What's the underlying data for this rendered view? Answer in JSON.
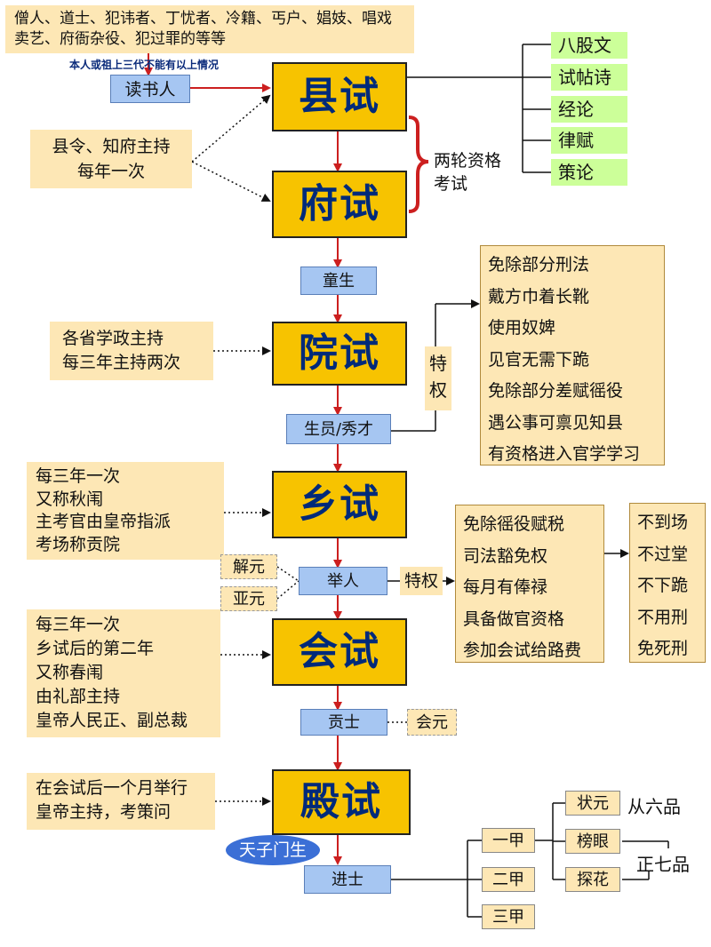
{
  "top_note": {
    "line1": "僧人、道士、犯讳者、丁忧者、冷籍、丐户、娼妓、唱戏",
    "line2": "卖艺、府衙杂役、犯过罪的等等",
    "caption": "本人或祖上三代不能有以上情况"
  },
  "exams": {
    "county": "县试",
    "prefecture": "府试",
    "yuan": "院试",
    "provincial": "乡试",
    "metropolitan": "会试",
    "palace": "殿试"
  },
  "ranks": {
    "reader": "读书人",
    "tongsheng": "童生",
    "shengyuan": "生员/秀才",
    "juren": "举人",
    "gongshi": "贡士",
    "jinshi": "进士"
  },
  "county_subjects": [
    "八股文",
    "试帖诗",
    "经论",
    "律赋",
    "策论"
  ],
  "two_round": {
    "line1": "两轮资格",
    "line2": "考试"
  },
  "county_host": {
    "line1": "县令、知府主持",
    "line2": "每年一次"
  },
  "yuan_host": {
    "line1": "各省学政主持",
    "line2": "每三年主持两次"
  },
  "privilege_label_1": "特权",
  "shengyuan_privileges": [
    "免除部分刑法",
    "戴方巾着长靴",
    "使用奴婢",
    "见官无需下跪",
    "免除部分差赋徭役",
    "遇公事可禀见知县",
    "有资格进入官学学习"
  ],
  "provincial_info": [
    "每三年一次",
    "又称秋闱",
    "主考官由皇帝指派",
    "考场称贡院"
  ],
  "juren_titles": {
    "first": "解元",
    "second": "亚元"
  },
  "privilege_label_2": "特权",
  "juren_privileges": [
    "免除徭役赋税",
    "司法豁免权",
    "每月有俸禄",
    "具备做官资格",
    "参加会试给路费"
  ],
  "juren_legal": [
    "不到场",
    "不过堂",
    "不下跪",
    "不用刑",
    "免死刑"
  ],
  "metro_info": [
    "每三年一次",
    "乡试后的第二年",
    "又称春闱",
    "由礼部主持",
    "皇帝人民正、副总裁"
  ],
  "huiyuan": "会元",
  "palace_info": {
    "line1": "在会试后一个月举行",
    "line2": "皇帝主持，考策问"
  },
  "tianzi": "天子门生",
  "jia": [
    "一甲",
    "二甲",
    "三甲"
  ],
  "top_three": [
    "状元",
    "榜眼",
    "探花"
  ],
  "grade_6": "从六品",
  "grade_7": "正七品",
  "colors": {
    "exam_fill": "#f7c300",
    "exam_text": "#002a7a",
    "note": "#fde7b5",
    "rank": "#a6c6f2",
    "subject": "#ccff99",
    "arrow": "#cc1f1f",
    "bracket": "#cc1f1f",
    "badge": "#3b6fd6"
  }
}
